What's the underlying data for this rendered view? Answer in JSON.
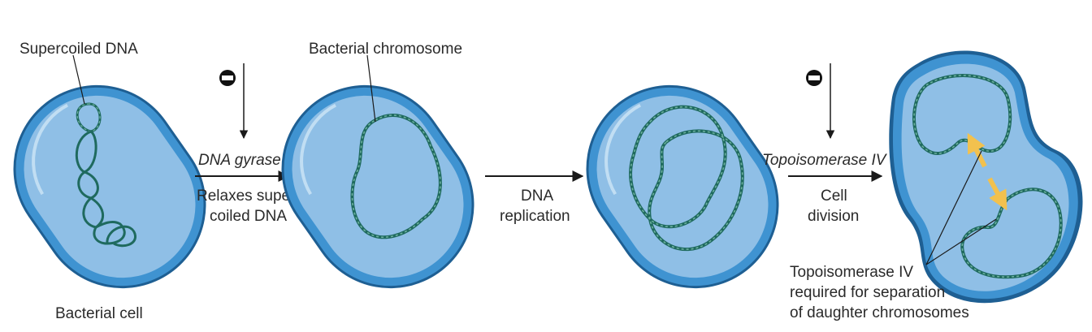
{
  "colors": {
    "cell_fill": "#8fbfe6",
    "cell_wall": "#3f93d1",
    "cell_wall_dark": "#1e5f93",
    "dna": "#1f6a5e",
    "dna_light": "#6fb3a2",
    "arrow": "#1a1a1a",
    "separation_arrow": "#f2c14e",
    "inhibitor": "#111111"
  },
  "labels": {
    "supercoiled_dna": "Supercoiled DNA",
    "bacterial_cell": "Bacterial cell",
    "bacterial_chromosome": "Bacterial chromosome",
    "gyrase_enzyme": "DNA gyrase",
    "gyrase_effect_line1": "Relaxes super-",
    "gyrase_effect_line2": "coiled DNA",
    "replication_line1": "DNA",
    "replication_line2": "replication",
    "topo_enzyme": "Topoisomerase IV",
    "division_line1": "Cell",
    "division_line2": "division",
    "topo_note_line1": "Topoisomerase IV",
    "topo_note_line2": "required for separation",
    "topo_note_line3": "of daughter chromosomes"
  },
  "icons": {
    "inhibitor": "minus-circle-icon",
    "process": "right-arrow",
    "separation": "double-headed-arrow"
  }
}
